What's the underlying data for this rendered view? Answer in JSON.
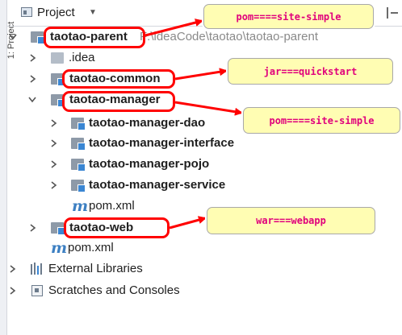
{
  "panel": {
    "title": "Project",
    "side_tab_label": "1: Project"
  },
  "tree": {
    "root_label": "taotao-parent",
    "root_path": "F:\\ideaCode\\taotao\\taotao-parent",
    "idea_label": ".idea",
    "common_label": "taotao-common",
    "manager_label": "taotao-manager",
    "manager_dao": "taotao-manager-dao",
    "manager_interface": "taotao-manager-interface",
    "manager_pojo": "taotao-manager-pojo",
    "manager_service": "taotao-manager-service",
    "manager_pom": "pom.xml",
    "web_label": "taotao-web",
    "root_pom": "pom.xml",
    "external_libraries": "External Libraries",
    "scratches": "Scratches and Consoles"
  },
  "annotations": {
    "root_note": "pom====site-simple",
    "common_note": "jar===quickstart",
    "manager_note": "pom====site-simple",
    "web_note": "war===webapp"
  },
  "colors": {
    "annotation_text": "#e0007c",
    "annotation_bg": "#fffdb3",
    "highlight": "#ff0000",
    "module_badge": "#3a86d3"
  }
}
